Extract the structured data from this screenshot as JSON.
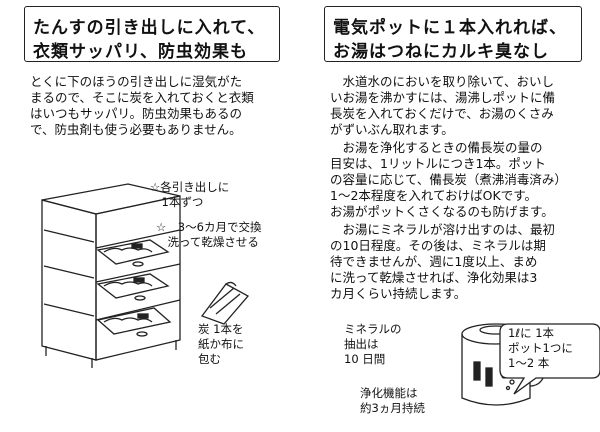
{
  "left": {
    "heading": [
      "たんすの引き出しに入れて、",
      "衣類サッパリ、防虫効果も"
    ],
    "body": [
      "とくに下のほうの引き出しに湿気がた",
      "まるので、そこに炭を入れておくと衣類",
      "はいつもサッパリ。防虫効果もあるの",
      "で、防虫剤も使う必要もありません。"
    ],
    "note1": [
      "☆各引き出しに",
      "　1本ずつ"
    ],
    "note2": [
      "☆　3～6カ月で交換",
      "　洗って乾燥させる"
    ],
    "note3": [
      "炭 1本を",
      "紙か布に",
      "包む"
    ],
    "icons": [
      "chest-of-drawers-illustration",
      "wrapped-charcoal-illustration"
    ]
  },
  "right": {
    "heading": [
      "電気ポットに１本入れれば、",
      "お湯はつねにカルキ臭なし"
    ],
    "body": [
      "　水道水のにおいを取り除いて、おいし",
      "いお湯を沸かすには、湯沸しポットに備",
      "長炭を入れておくだけで、お湯のくさみ",
      "がずいぶん取れます。",
      "　お湯を浄化するときの備長炭の量の",
      "目安は、1リットルにつき1本。ポット",
      "の容量に応じて、備長炭（煮沸消毒済み）",
      "1～2本程度を入れておけばOKです。",
      "お湯がポットくさくなるのも防げます。",
      "　お湯にミネラルが溶け出すのは、最初",
      "の10日程度。その後は、ミネラルは期",
      "待できませんが、週に1度以上、まめ",
      "に洗って乾燥させれば、浄化効果は3",
      "カ月くらい持続します。"
    ],
    "note_mineral": [
      "ミネラルの",
      "抽出は",
      "10 日間"
    ],
    "note_purify": [
      "浄化機能は",
      "約3ヵ月持続"
    ],
    "callout": [
      "1ℓに 1本",
      "ポット1つに",
      "1～2 本"
    ],
    "icons": [
      "electric-pot-illustration"
    ]
  }
}
